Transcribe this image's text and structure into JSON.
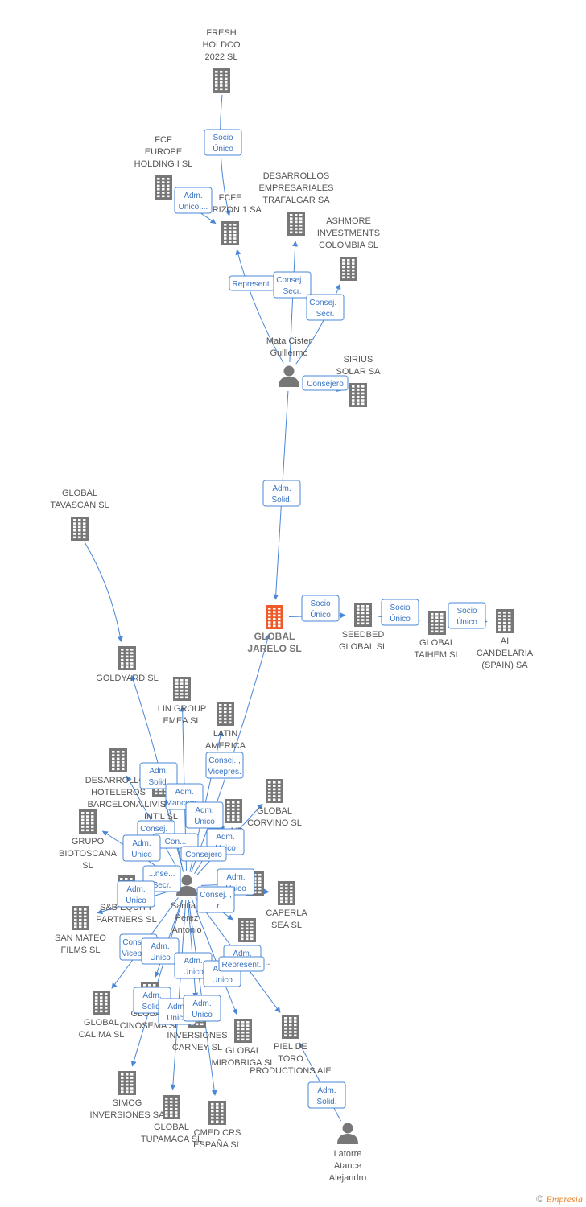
{
  "colors": {
    "edge": "#4a87d6",
    "building": "#777777",
    "main_building": "#f05a28",
    "person": "#777777"
  },
  "nodes": [
    {
      "id": "fresh",
      "type": "company",
      "lines": [
        "FRESH",
        "HOLDCO",
        "2022  SL"
      ]
    },
    {
      "id": "fcf_europe",
      "type": "company",
      "lines": [
        "FCF",
        "EUROPE",
        "HOLDING I  SL"
      ]
    },
    {
      "id": "fcfe_horizon",
      "type": "company",
      "lines": [
        "FCFE",
        "HORIZON 1 SA"
      ]
    },
    {
      "id": "desarrollos_traf",
      "type": "company",
      "lines": [
        "DESARROLLOS",
        "EMPRESARIALES",
        "TRAFALGAR SA"
      ]
    },
    {
      "id": "ashmore",
      "type": "company",
      "lines": [
        "ASHMORE",
        "INVESTMENTS",
        "COLOMBIA SL"
      ]
    },
    {
      "id": "mata",
      "type": "person",
      "lines": [
        "Mata Cister",
        "Guillermo"
      ]
    },
    {
      "id": "sirius",
      "type": "company",
      "lines": [
        "SIRIUS",
        "SOLAR SA"
      ]
    },
    {
      "id": "tavascan",
      "type": "company",
      "lines": [
        "GLOBAL",
        "TAVASCAN  SL"
      ]
    },
    {
      "id": "jarelo",
      "type": "main",
      "lines": [
        "GLOBAL",
        "JARELO  SL"
      ]
    },
    {
      "id": "seedbed",
      "type": "company",
      "lines": [
        "SEEDBED",
        "GLOBAL  SL"
      ]
    },
    {
      "id": "taihem",
      "type": "company",
      "lines": [
        "GLOBAL",
        "TAIHEM SL"
      ]
    },
    {
      "id": "candelaria",
      "type": "company",
      "lines": [
        "AI",
        "CANDELARIA",
        "(SPAIN) SA"
      ]
    },
    {
      "id": "goldyard",
      "type": "company",
      "lines": [
        "GOLDYARD SL"
      ]
    },
    {
      "id": "lin_group",
      "type": "company",
      "lines": [
        "LIN GROUP",
        "EMEA  SL"
      ]
    },
    {
      "id": "latin_america",
      "type": "company",
      "lines": [
        "LATIN",
        "AMERICA",
        "P..."
      ]
    },
    {
      "id": "desarrollos_hot",
      "type": "company",
      "lines": [
        "DESARROLLOS",
        "HOTELEROS",
        "BARCELONA..."
      ]
    },
    {
      "id": "livista",
      "type": "company",
      "lines": [
        "LIVIST...",
        "INT'L  SL"
      ]
    },
    {
      "id": "global_corvino",
      "type": "company",
      "lines": [
        "GLOBAL",
        "CORVINO SL"
      ]
    },
    {
      "id": "bond",
      "type": "company",
      "lines": [
        "...ND",
        "SL"
      ]
    },
    {
      "id": "biotoscana",
      "type": "company",
      "lines": [
        "GRUPO",
        "BIOTOSCANA",
        "SL"
      ]
    },
    {
      "id": "santiago",
      "type": "person",
      "lines": [
        "Santia...",
        "Perez",
        "Antonio"
      ]
    },
    {
      "id": "sb_equity",
      "type": "company",
      "lines": [
        "S&B EQUITY",
        "PARTNERS  SL"
      ]
    },
    {
      "id": "capmarket",
      "type": "company",
      "lines": []
    },
    {
      "id": "caperla",
      "type": "company",
      "lines": [
        "CAPERLA",
        "SEA SL"
      ]
    },
    {
      "id": "san_mateo",
      "type": "company",
      "lines": [
        "SAN MATEO",
        "FILMS SL"
      ]
    },
    {
      "id": "global_investments",
      "type": "company",
      "lines": [
        "...L",
        "...MENTS..."
      ]
    },
    {
      "id": "global_calima",
      "type": "company",
      "lines": [
        "GLOBAL",
        "CALIMA SL"
      ]
    },
    {
      "id": "cinosema",
      "type": "company",
      "lines": [
        "GLOBA...",
        "CINOSEMA SL"
      ]
    },
    {
      "id": "carney",
      "type": "company",
      "lines": [
        "INVERSIONES",
        "CARNEY SL"
      ]
    },
    {
      "id": "mirobriga",
      "type": "company",
      "lines": [
        "GLOBAL",
        "MIROBRIGA SL"
      ]
    },
    {
      "id": "piel_de_toro",
      "type": "company",
      "lines": [
        "PIEL DE",
        "TORO",
        "PRODUCTIONS AIE"
      ]
    },
    {
      "id": "simog",
      "type": "company",
      "lines": [
        "SIMOG",
        "INVERSIONES SA"
      ]
    },
    {
      "id": "tupamaca",
      "type": "company",
      "lines": [
        "GLOBAL",
        "TUPAMACA SL"
      ]
    },
    {
      "id": "cmed",
      "type": "company",
      "lines": [
        "CMED CRS",
        "ESPAÑA  SL"
      ]
    },
    {
      "id": "latorre",
      "type": "person",
      "lines": [
        "Latorre",
        "Atance",
        "Alejandro"
      ]
    }
  ],
  "edge_labels": [
    {
      "id": "e1",
      "lines": [
        "Socio",
        "Único"
      ]
    },
    {
      "id": "e2",
      "lines": [
        "Adm.",
        "Unico,..."
      ]
    },
    {
      "id": "e3",
      "lines": [
        "Represent."
      ]
    },
    {
      "id": "e4",
      "lines": [
        "Consej. ,",
        "Secr."
      ]
    },
    {
      "id": "e5",
      "lines": [
        "Consej. ,",
        "Secr."
      ]
    },
    {
      "id": "e6",
      "lines": [
        "Consejero"
      ]
    },
    {
      "id": "e7",
      "lines": [
        "Adm.",
        "Solid."
      ]
    },
    {
      "id": "e8",
      "lines": [
        "Socio",
        "Único"
      ]
    },
    {
      "id": "e9",
      "lines": [
        "Socio",
        "Único"
      ]
    },
    {
      "id": "e10",
      "lines": [
        "Socio",
        "Único"
      ]
    },
    {
      "id": "e11",
      "lines": [
        "Consej. ,",
        "Vicepres."
      ]
    },
    {
      "id": "e12",
      "lines": [
        "Adm.",
        "Solid."
      ]
    },
    {
      "id": "e13",
      "lines": [
        "Adm.",
        "Mancom..."
      ]
    },
    {
      "id": "e14",
      "lines": [
        "Adm.",
        "Unico"
      ]
    },
    {
      "id": "e15",
      "lines": [
        "Consej. ,",
        "Secr."
      ]
    },
    {
      "id": "e16",
      "lines": [
        "Con..."
      ]
    },
    {
      "id": "e17",
      "lines": [
        "Adm.",
        "Unico"
      ]
    },
    {
      "id": "e18",
      "lines": [
        "Adm.",
        "Unico"
      ]
    },
    {
      "id": "e19",
      "lines": [
        "Consejero"
      ]
    },
    {
      "id": "e20",
      "lines": [
        "...nse...",
        "Secr."
      ]
    },
    {
      "id": "e21",
      "lines": [
        "Adm.",
        "Unico"
      ]
    },
    {
      "id": "e22",
      "lines": [
        "Adm.",
        "Unico"
      ]
    },
    {
      "id": "e23",
      "lines": [
        "Consej. ,",
        "...r."
      ]
    },
    {
      "id": "e24",
      "lines": [
        "Consej. ,",
        "Vicepres."
      ]
    },
    {
      "id": "e25",
      "lines": [
        "Adm.",
        "Unico"
      ]
    },
    {
      "id": "e26",
      "lines": [
        "Adm.",
        "Unico"
      ]
    },
    {
      "id": "e27",
      "lines": [
        "Adm.",
        "Unico"
      ]
    },
    {
      "id": "e28",
      "lines": [
        "Adm.",
        "Unico"
      ]
    },
    {
      "id": "e29",
      "lines": [
        "Adm.",
        "Solid."
      ]
    },
    {
      "id": "e30",
      "lines": [
        "Adm.",
        "Unico"
      ]
    },
    {
      "id": "e31",
      "lines": [
        "Adm.",
        "Unico"
      ]
    },
    {
      "id": "e32",
      "lines": [
        "Adm.",
        "Unico"
      ]
    },
    {
      "id": "e33",
      "lines": [
        "Represent."
      ]
    },
    {
      "id": "e34",
      "lines": [
        "Adm.",
        "Solid."
      ]
    }
  ],
  "footer": {
    "copyright": "©",
    "brand": "Empresia"
  }
}
